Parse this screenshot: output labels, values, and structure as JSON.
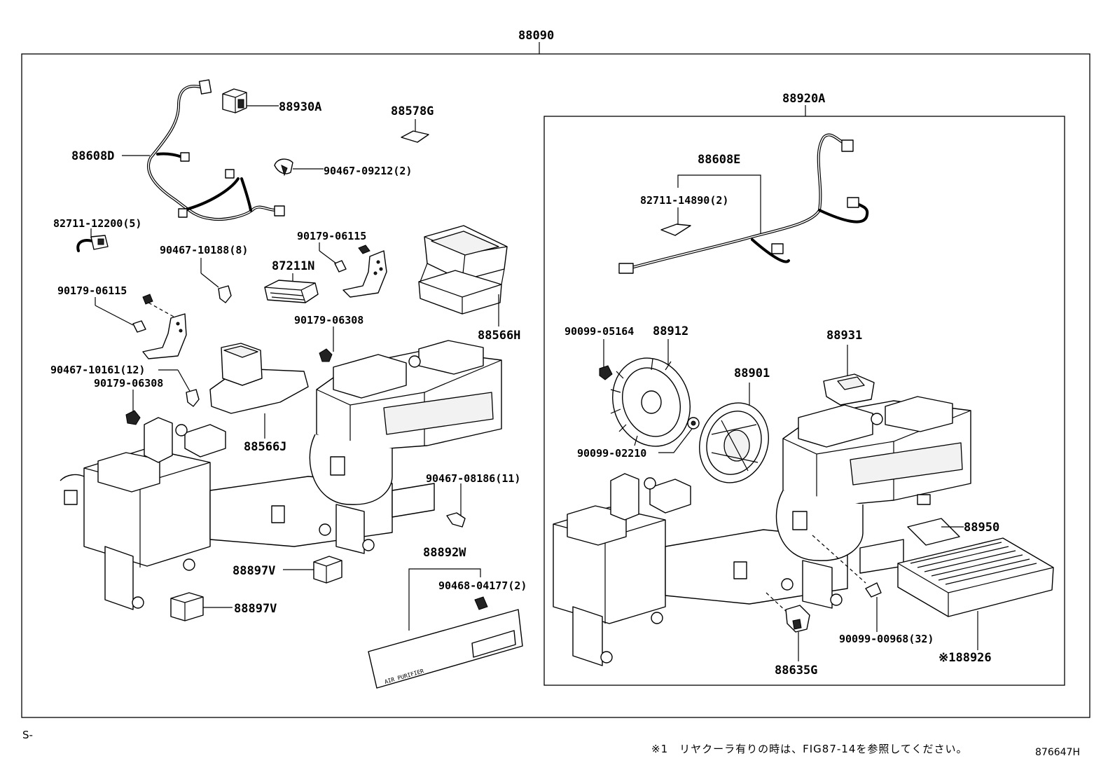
{
  "assembly_label": "88090",
  "group_label": "88920A",
  "parts_left": {
    "p88930A": "88930A",
    "p88578G": "88578G",
    "p88608D": "88608D",
    "p90467_09212": "90467-09212(2)",
    "p82711_12200": "82711-12200(5)",
    "p90179_06115_a": "90179-06115",
    "p90467_10188": "90467-10188(8)",
    "p87211N": "87211N",
    "p90179_06115_b": "90179-06115",
    "p90179_06308_a": "90179-06308",
    "p88566H": "88566H",
    "p90467_10161": "90467-10161(12)",
    "p90179_06308_b": "90179-06308",
    "p88566J": "88566J",
    "p90467_08186": "90467-08186(11)",
    "p88892W": "88892W",
    "p90468_04177": "90468-04177(2)",
    "p88897V_a": "88897V",
    "p88897V_b": "88897V",
    "panel_text": "AIR PURIFIER"
  },
  "parts_right": {
    "p88608E": "88608E",
    "p82711_14890": "82711-14890(2)",
    "p90099_05164": "90099-05164",
    "p88912": "88912",
    "p88931": "88931",
    "p88901": "88901",
    "p90099_02210": "90099-02210",
    "p88950": "88950",
    "p90099_00968": "90099-00968(32)",
    "p188926": "※188926",
    "p88635G": "88635G"
  },
  "footer": {
    "page_code": "S-",
    "note": "※1　リヤクーラ有りの時は、FIG87-14を参照してください。",
    "figure_number": "876647H"
  },
  "colors": {
    "line": "#000000",
    "background": "#ffffff"
  }
}
